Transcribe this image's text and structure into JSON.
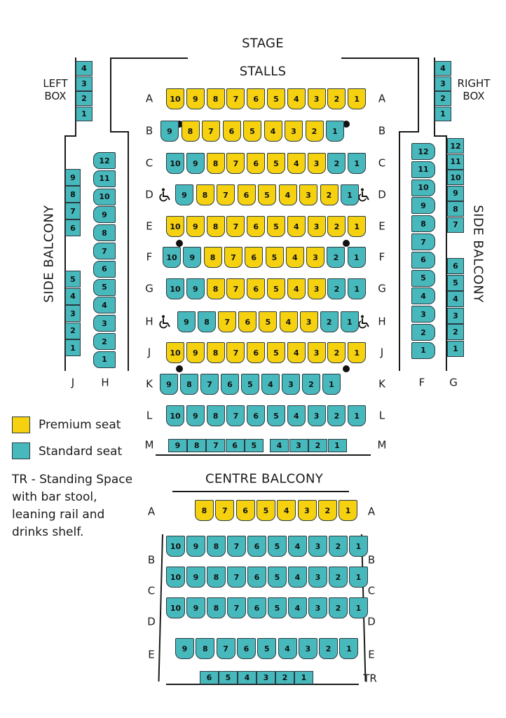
{
  "titles": {
    "stage": "STAGE",
    "stalls": "STALLS",
    "centre_balcony": "CENTRE BALCONY",
    "side_balcony_left": "SIDE BALCONY",
    "side_balcony_right": "SIDE BALCONY",
    "left_box": "LEFT\nBOX",
    "right_box": "RIGHT\nBOX"
  },
  "legend": {
    "premium_label": "Premium seat",
    "standard_label": "Standard seat",
    "premium_color": "#f5d10f",
    "standard_color": "#47b9bd",
    "note": "TR - Standing Space\nwith bar stool,\nleaning rail and\ndrinks shelf."
  },
  "stalls": [
    {
      "row": "A",
      "seats": [
        "10",
        "9",
        "8",
        "7",
        "6",
        "5",
        "4",
        "3",
        "2",
        "1"
      ],
      "types": "PPPPPPPPPP"
    },
    {
      "row": "B",
      "seats": [
        "9",
        "8",
        "7",
        "6",
        "5",
        "4",
        "3",
        "2",
        "1"
      ],
      "types": "SPPPPPPPS"
    },
    {
      "row": "C",
      "seats": [
        "10",
        "9",
        "8",
        "7",
        "6",
        "5",
        "4",
        "3",
        "2",
        "1"
      ],
      "types": "SSPPPPPPSS"
    },
    {
      "row": "D",
      "seats": [
        "9",
        "8",
        "7",
        "6",
        "5",
        "4",
        "3",
        "2",
        "1"
      ],
      "types": "SPPPPPPPS",
      "wheelchair": "♿"
    },
    {
      "row": "E",
      "seats": [
        "10",
        "9",
        "8",
        "7",
        "6",
        "5",
        "4",
        "3",
        "2",
        "1"
      ],
      "types": "PPPPPPPPPP"
    },
    {
      "row": "F",
      "seats": [
        "10",
        "9",
        "8",
        "7",
        "6",
        "5",
        "4",
        "3",
        "2",
        "1"
      ],
      "types": "SSPPPPPPSS"
    },
    {
      "row": "G",
      "seats": [
        "10",
        "9",
        "8",
        "7",
        "6",
        "5",
        "4",
        "3",
        "2",
        "1"
      ],
      "types": "SSPPPPPPSS"
    },
    {
      "row": "H",
      "seats": [
        "9",
        "8",
        "7",
        "6",
        "5",
        "4",
        "3",
        "2",
        "1"
      ],
      "types": "SSPPPPPSS",
      "wheelchair": "♿"
    },
    {
      "row": "J",
      "seats": [
        "10",
        "9",
        "8",
        "7",
        "6",
        "5",
        "4",
        "3",
        "2",
        "1"
      ],
      "types": "PPPPPPPPPP"
    },
    {
      "row": "K",
      "seats": [
        "9",
        "8",
        "7",
        "6",
        "5",
        "4",
        "3",
        "2",
        "1"
      ],
      "types": "SSSSSSSSS"
    },
    {
      "row": "L",
      "seats": [
        "10",
        "9",
        "8",
        "7",
        "6",
        "5",
        "4",
        "3",
        "2",
        "1"
      ],
      "types": "SSSSSSSSSS"
    },
    {
      "row": "M",
      "seats": [
        "9",
        "8",
        "7",
        "6",
        "5",
        "4",
        "3",
        "2",
        "1"
      ],
      "types": "SSSSSSSSS"
    }
  ],
  "left_box": {
    "seats": [
      "4",
      "3",
      "2",
      "1"
    ]
  },
  "right_box": {
    "seats": [
      "4",
      "3",
      "2",
      "1"
    ]
  },
  "side_left": {
    "J": {
      "label": "J",
      "seats": [
        "9",
        "8",
        "7",
        "6",
        "5",
        "4",
        "3",
        "2",
        "1"
      ]
    },
    "H": {
      "label": "H",
      "seats": [
        "12",
        "11",
        "10",
        "9",
        "8",
        "7",
        "6",
        "5",
        "4",
        "3",
        "2",
        "1"
      ]
    }
  },
  "side_right": {
    "F": {
      "label": "F",
      "seats": [
        "12",
        "11",
        "10",
        "9",
        "8",
        "7",
        "6",
        "5",
        "4",
        "3",
        "2",
        "1"
      ]
    },
    "G": {
      "label": "G",
      "seats": [
        "12",
        "11",
        "10",
        "9",
        "8",
        "7",
        "6",
        "5",
        "4",
        "3",
        "2",
        "1"
      ]
    }
  },
  "centre_balcony": [
    {
      "row": "A",
      "seats": [
        "8",
        "7",
        "6",
        "5",
        "4",
        "3",
        "2",
        "1"
      ],
      "types": "PPPPPPPP"
    },
    {
      "row": "B",
      "seats": [
        "10",
        "9",
        "8",
        "7",
        "6",
        "5",
        "4",
        "3",
        "2",
        "1"
      ],
      "types": "SSSSSSSSSS"
    },
    {
      "row": "C",
      "seats": [
        "10",
        "9",
        "8",
        "7",
        "6",
        "5",
        "4",
        "3",
        "2",
        "1"
      ],
      "types": "SSSSSSSSSS"
    },
    {
      "row": "D",
      "seats": [
        "10",
        "9",
        "8",
        "7",
        "6",
        "5",
        "4",
        "3",
        "2",
        "1"
      ],
      "types": "SSSSSSSSSS"
    },
    {
      "row": "E",
      "seats": [
        "9",
        "8",
        "7",
        "6",
        "5",
        "4",
        "3",
        "2",
        "1"
      ],
      "types": "SSSSSSSSS"
    },
    {
      "row": "TR",
      "seats": [
        "6",
        "5",
        "4",
        "3",
        "2",
        "1"
      ],
      "types": "SSSSSS"
    }
  ]
}
